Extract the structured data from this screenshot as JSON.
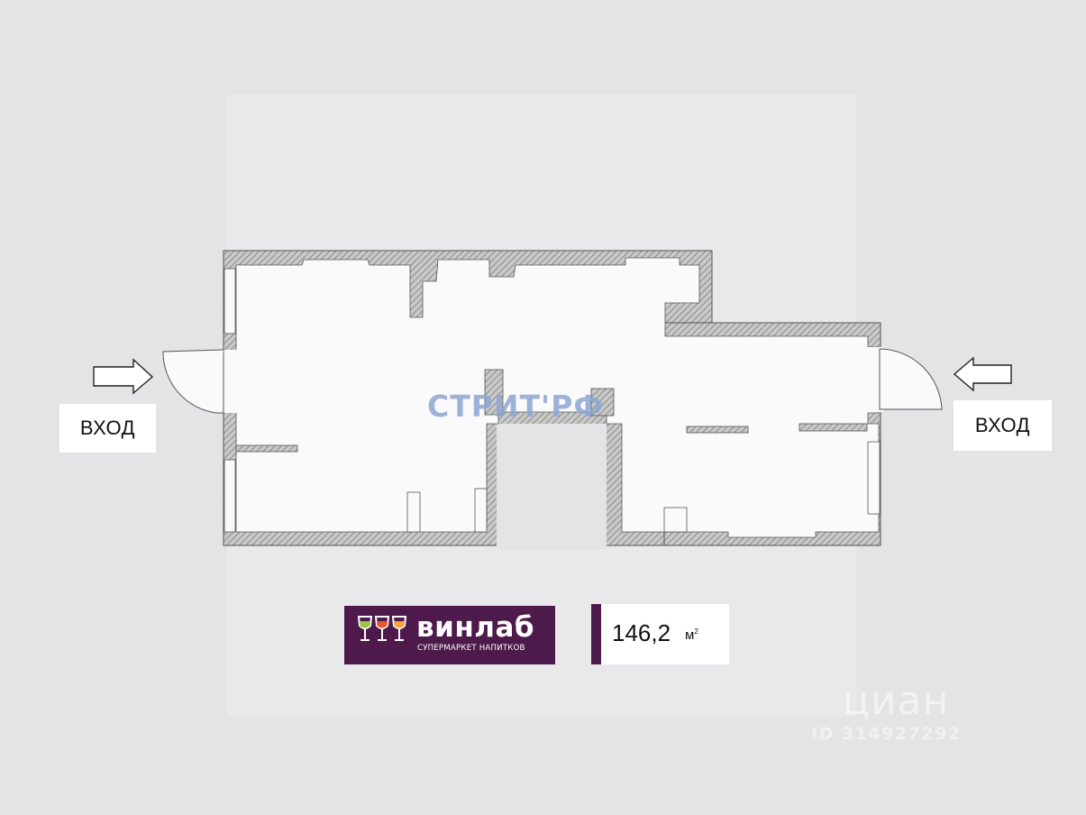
{
  "plan": {
    "entrance_left_label": "ВХОД",
    "entrance_right_label": "ВХОД"
  },
  "brand": {
    "name": "винлаб",
    "tagline": "СУПЕРМАРКЕТ НАПИТКОВ",
    "background_color": "#4d1a4b",
    "glass_colors": [
      "#9bc53d",
      "#e4572e",
      "#f2a541"
    ]
  },
  "area": {
    "value": "146,2",
    "unit": "м",
    "unit_superscript": "2"
  },
  "watermarks": {
    "center": "СТРИТ'РФ",
    "cian": "циан",
    "listing_id": "ID 314927292"
  },
  "colors": {
    "background": "#e4e4e6",
    "wall": "#9a9a9a",
    "floor": "#fafafa"
  }
}
